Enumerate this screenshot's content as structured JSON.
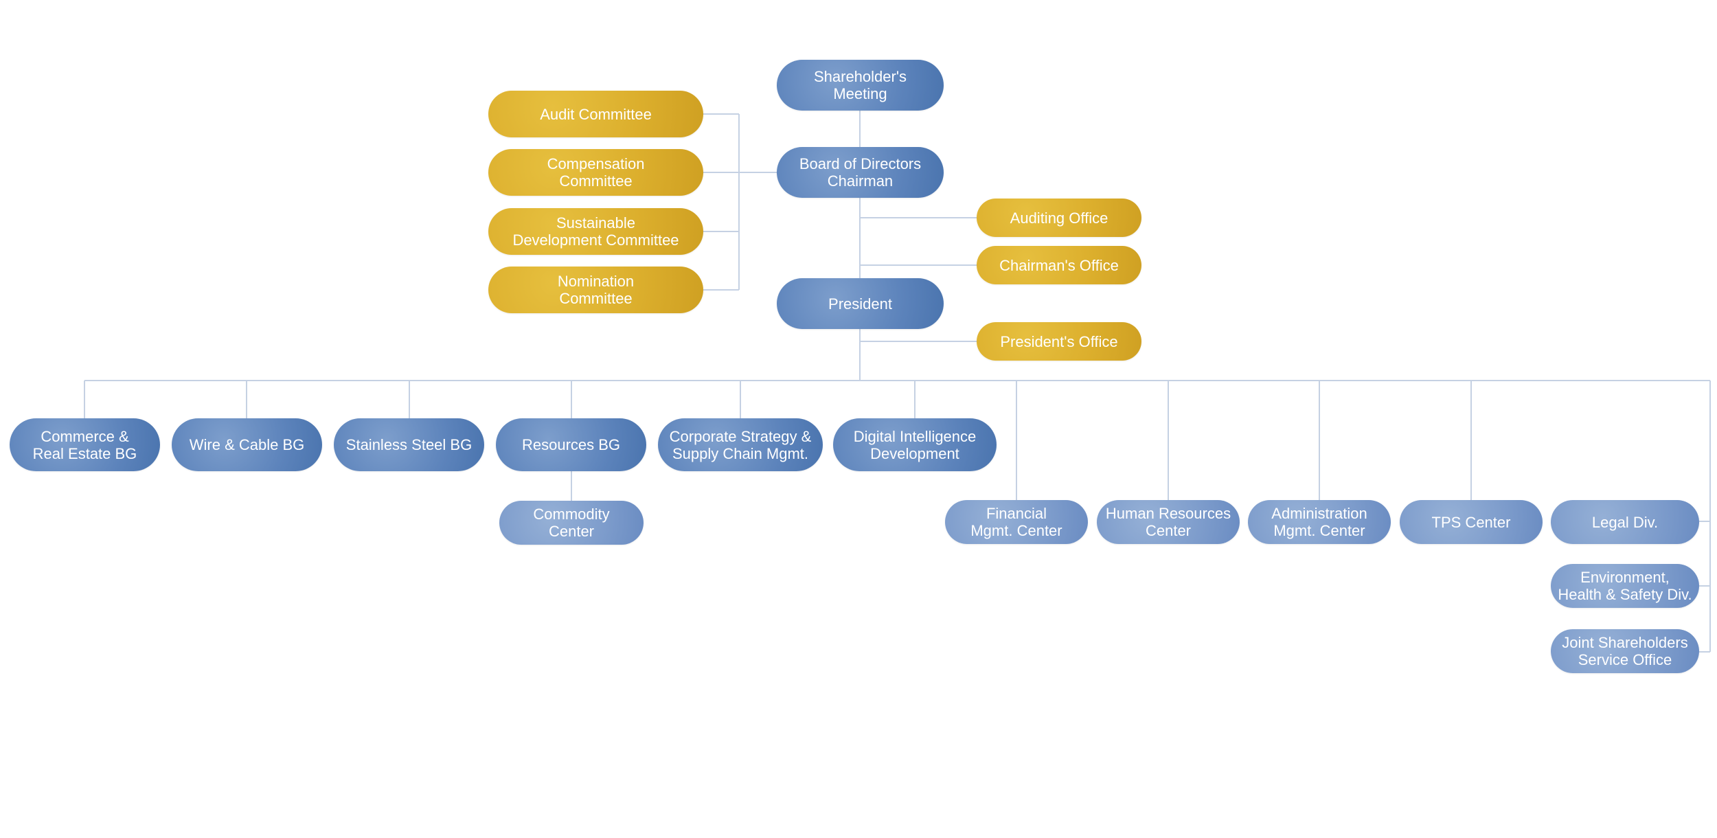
{
  "colors": {
    "gold": "#DCAF2D",
    "blue": "#5C83BB",
    "light_blue": "#7C9BCB",
    "connector": "#C5D1E3"
  },
  "nodes": {
    "shareholders_meeting": "Shareholder's\nMeeting",
    "board_chairman": "Board of Directors\nChairman",
    "president": "President",
    "audit_committee": "Audit Committee",
    "compensation_committee": "Compensation\nCommittee",
    "sustainable_committee": "Sustainable\nDevelopment Committee",
    "nomination_committee": "Nomination\nCommittee",
    "auditing_office": "Auditing Office",
    "chairmans_office": "Chairman's Office",
    "presidents_office": "President's Office",
    "commerce_bg": "Commerce &\nReal Estate BG",
    "wire_cable_bg": "Wire & Cable BG",
    "stainless_bg": "Stainless Steel BG",
    "resources_bg": "Resources BG",
    "commodity_center": "Commodity\nCenter",
    "strategy_supply": "Corporate Strategy &\nSupply Chain Mgmt.",
    "digital_intel": "Digital Intelligence\nDevelopment",
    "financial_center": "Financial\nMgmt. Center",
    "hr_center": "Human Resources\nCenter",
    "admin_center": "Administration\nMgmt. Center",
    "tps_center": "TPS Center",
    "legal_div": "Legal Div.",
    "ehs_div": "Environment,\nHealth & Safety Div.",
    "joint_shareholders": "Joint Shareholders\nService Office"
  }
}
